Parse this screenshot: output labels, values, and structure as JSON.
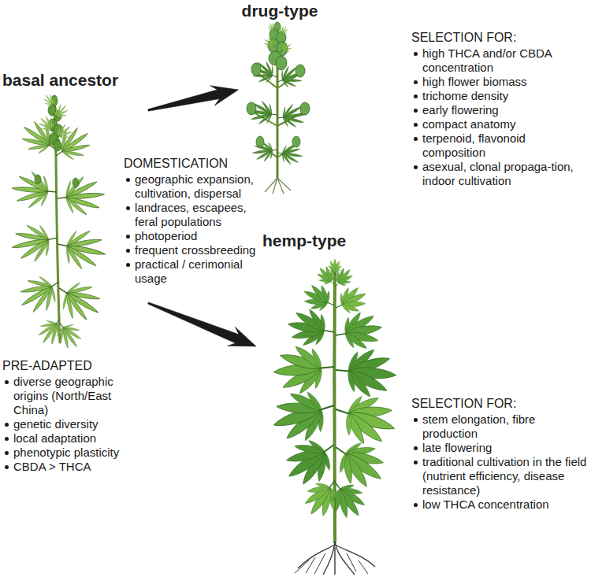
{
  "diagram": {
    "nodes": [
      {
        "text": [
          "basal ancestor"
        ]
      },
      {
        "text": [
          "drug-type"
        ]
      },
      {
        "text": [
          "hemp-type"
        ]
      }
    ],
    "edges": [
      {
        "from": 0,
        "to": 1,
        "arrow": "to"
      },
      {
        "from": 0,
        "to": 2,
        "arrow": "to"
      }
    ],
    "labels": [
      "DOMESTICATION",
      "geographic expansion, cultivation, dispersal",
      "landraces, escapees, feral populations",
      "photoperiod",
      "frequent crossbreeding",
      "practical / cerimonial usage",
      "PRE-ADAPTED",
      "diverse geographic origins (North/East China)",
      "genetic diversity",
      "local adaptation",
      "phenotypic plasticity",
      "CBDA > THCA",
      "SELECTION FOR:",
      "high THCA and/or CBDA concentration",
      "high flower biomass",
      "trichome density",
      "early flowering",
      "compact anatomy",
      "terpenoid, flavonoid composition",
      "asexual, clonal propaga-tion, indoor cultivation",
      "SELECTION FOR:",
      "stem elongation, fibre production",
      "late flowering",
      "traditional cultivation in the field (nutrient efficiency, disease resistance)",
      "low THCA concentration"
    ]
  }
}
